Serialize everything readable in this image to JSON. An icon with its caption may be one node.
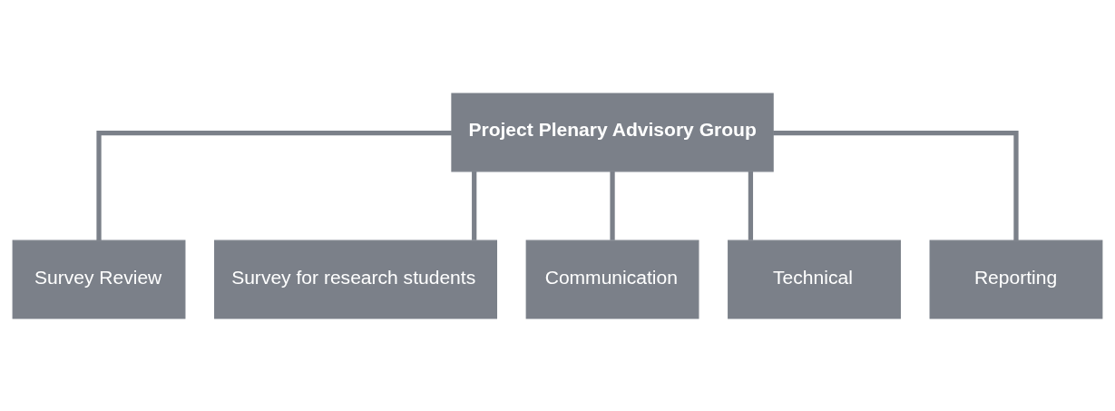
{
  "diagram": {
    "nodes": [
      {
        "text": [
          "Project Plenary Advisory Group"
        ]
      },
      {
        "text": [
          "Survey Review"
        ]
      },
      {
        "text": [
          "Survey for research students"
        ]
      },
      {
        "text": [
          "Communication"
        ]
      },
      {
        "text": [
          "Technical"
        ]
      },
      {
        "text": [
          "Reporting"
        ]
      }
    ],
    "edges": [
      {
        "from": 0,
        "to": 1,
        "arrow": "none"
      },
      {
        "from": 0,
        "to": 2,
        "arrow": "none"
      },
      {
        "from": 0,
        "to": 3,
        "arrow": "none"
      },
      {
        "from": 0,
        "to": 4,
        "arrow": "none"
      },
      {
        "from": 0,
        "to": 5,
        "arrow": "none"
      }
    ]
  }
}
